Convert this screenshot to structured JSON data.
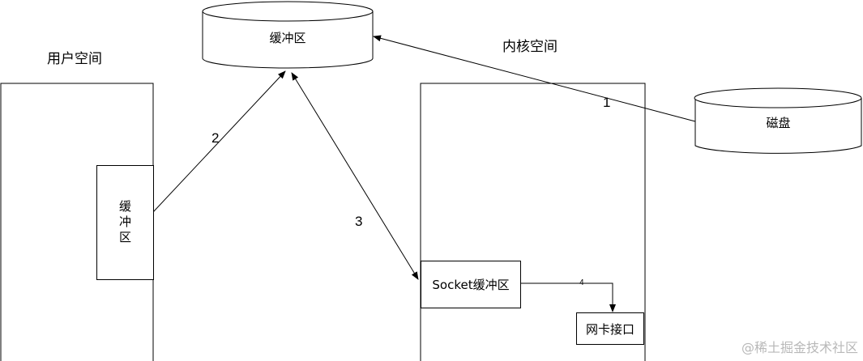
{
  "labels": {
    "user_space": "用户空间",
    "kernel_space": "内核空间"
  },
  "nodes": {
    "kernel_buffer": "缓冲区",
    "user_buffer": "缓冲区",
    "disk": "磁盘",
    "socket_buffer": "Socket缓冲区",
    "nic_interface": "网卡接口"
  },
  "arrows": {
    "step1": "1",
    "step2": "2",
    "step3": "3",
    "step4": "4"
  },
  "watermark": "@稀土掘金技术社区",
  "colors": {
    "stroke": "#000000",
    "background": "#ffffff",
    "watermark": "#b8b8b8"
  }
}
